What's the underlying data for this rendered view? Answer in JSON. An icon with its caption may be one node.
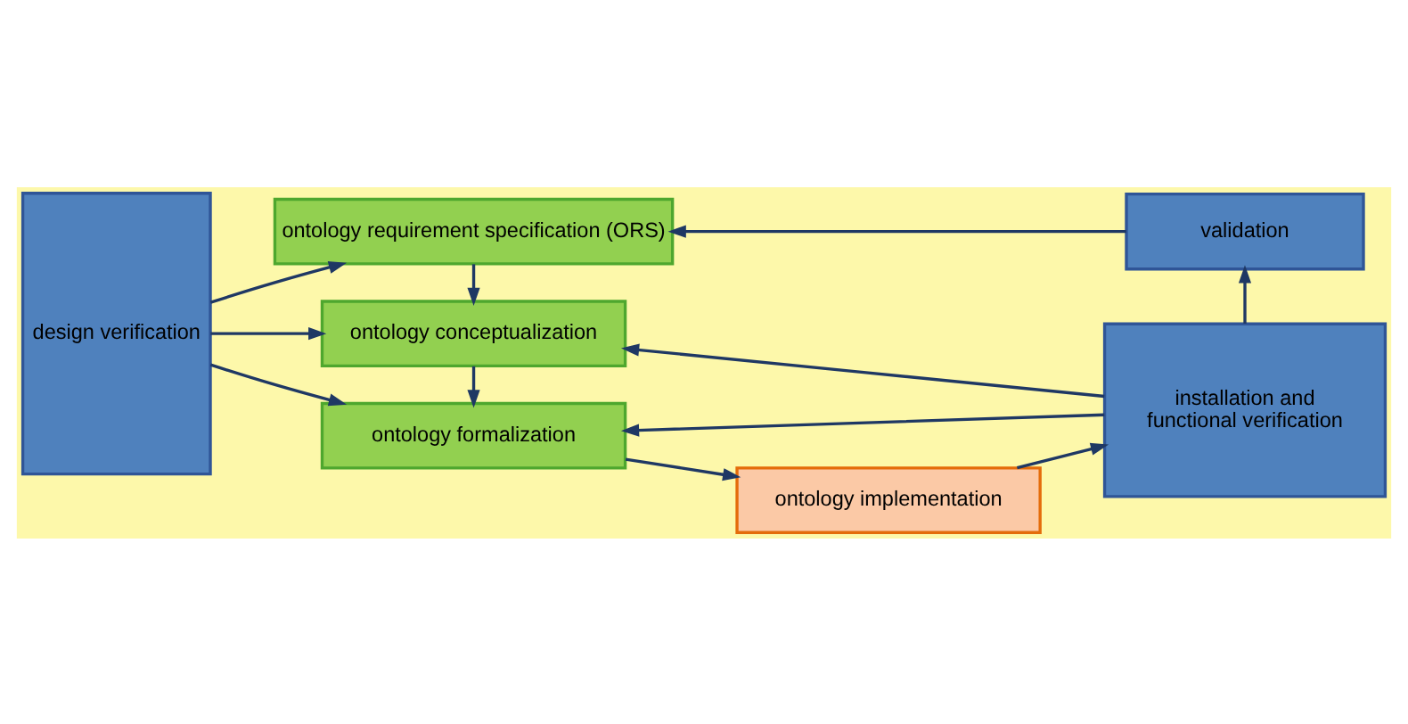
{
  "diagram": {
    "nodes": [
      {
        "text": [
          "design verification"
        ]
      },
      {
        "text": [
          "ontology requirement specification (ORS)"
        ]
      },
      {
        "text": [
          "validation"
        ]
      },
      {
        "text": [
          "ontology conceptualization"
        ]
      },
      {
        "text": [
          "installation and functional verification"
        ]
      },
      {
        "text": [
          "ontology formalization"
        ]
      },
      {
        "text": [
          "ontology implementation"
        ]
      }
    ],
    "edges": [
      {
        "from": 0,
        "to": 1,
        "arrow": "to"
      },
      {
        "from": 0,
        "to": 3,
        "arrow": "to"
      },
      {
        "from": 0,
        "to": 5,
        "arrow": "to"
      },
      {
        "from": 2,
        "to": 1,
        "arrow": "to"
      },
      {
        "from": 1,
        "to": 3,
        "arrow": "to"
      },
      {
        "from": 4,
        "to": 3,
        "arrow": "to"
      },
      {
        "from": 4,
        "to": 2,
        "arrow": "to"
      },
      {
        "from": 3,
        "to": 5,
        "arrow": "to"
      },
      {
        "from": 4,
        "to": 5,
        "arrow": "to"
      },
      {
        "from": 5,
        "to": 6,
        "arrow": "to"
      },
      {
        "from": 6,
        "to": 4,
        "arrow": "to"
      }
    ]
  }
}
